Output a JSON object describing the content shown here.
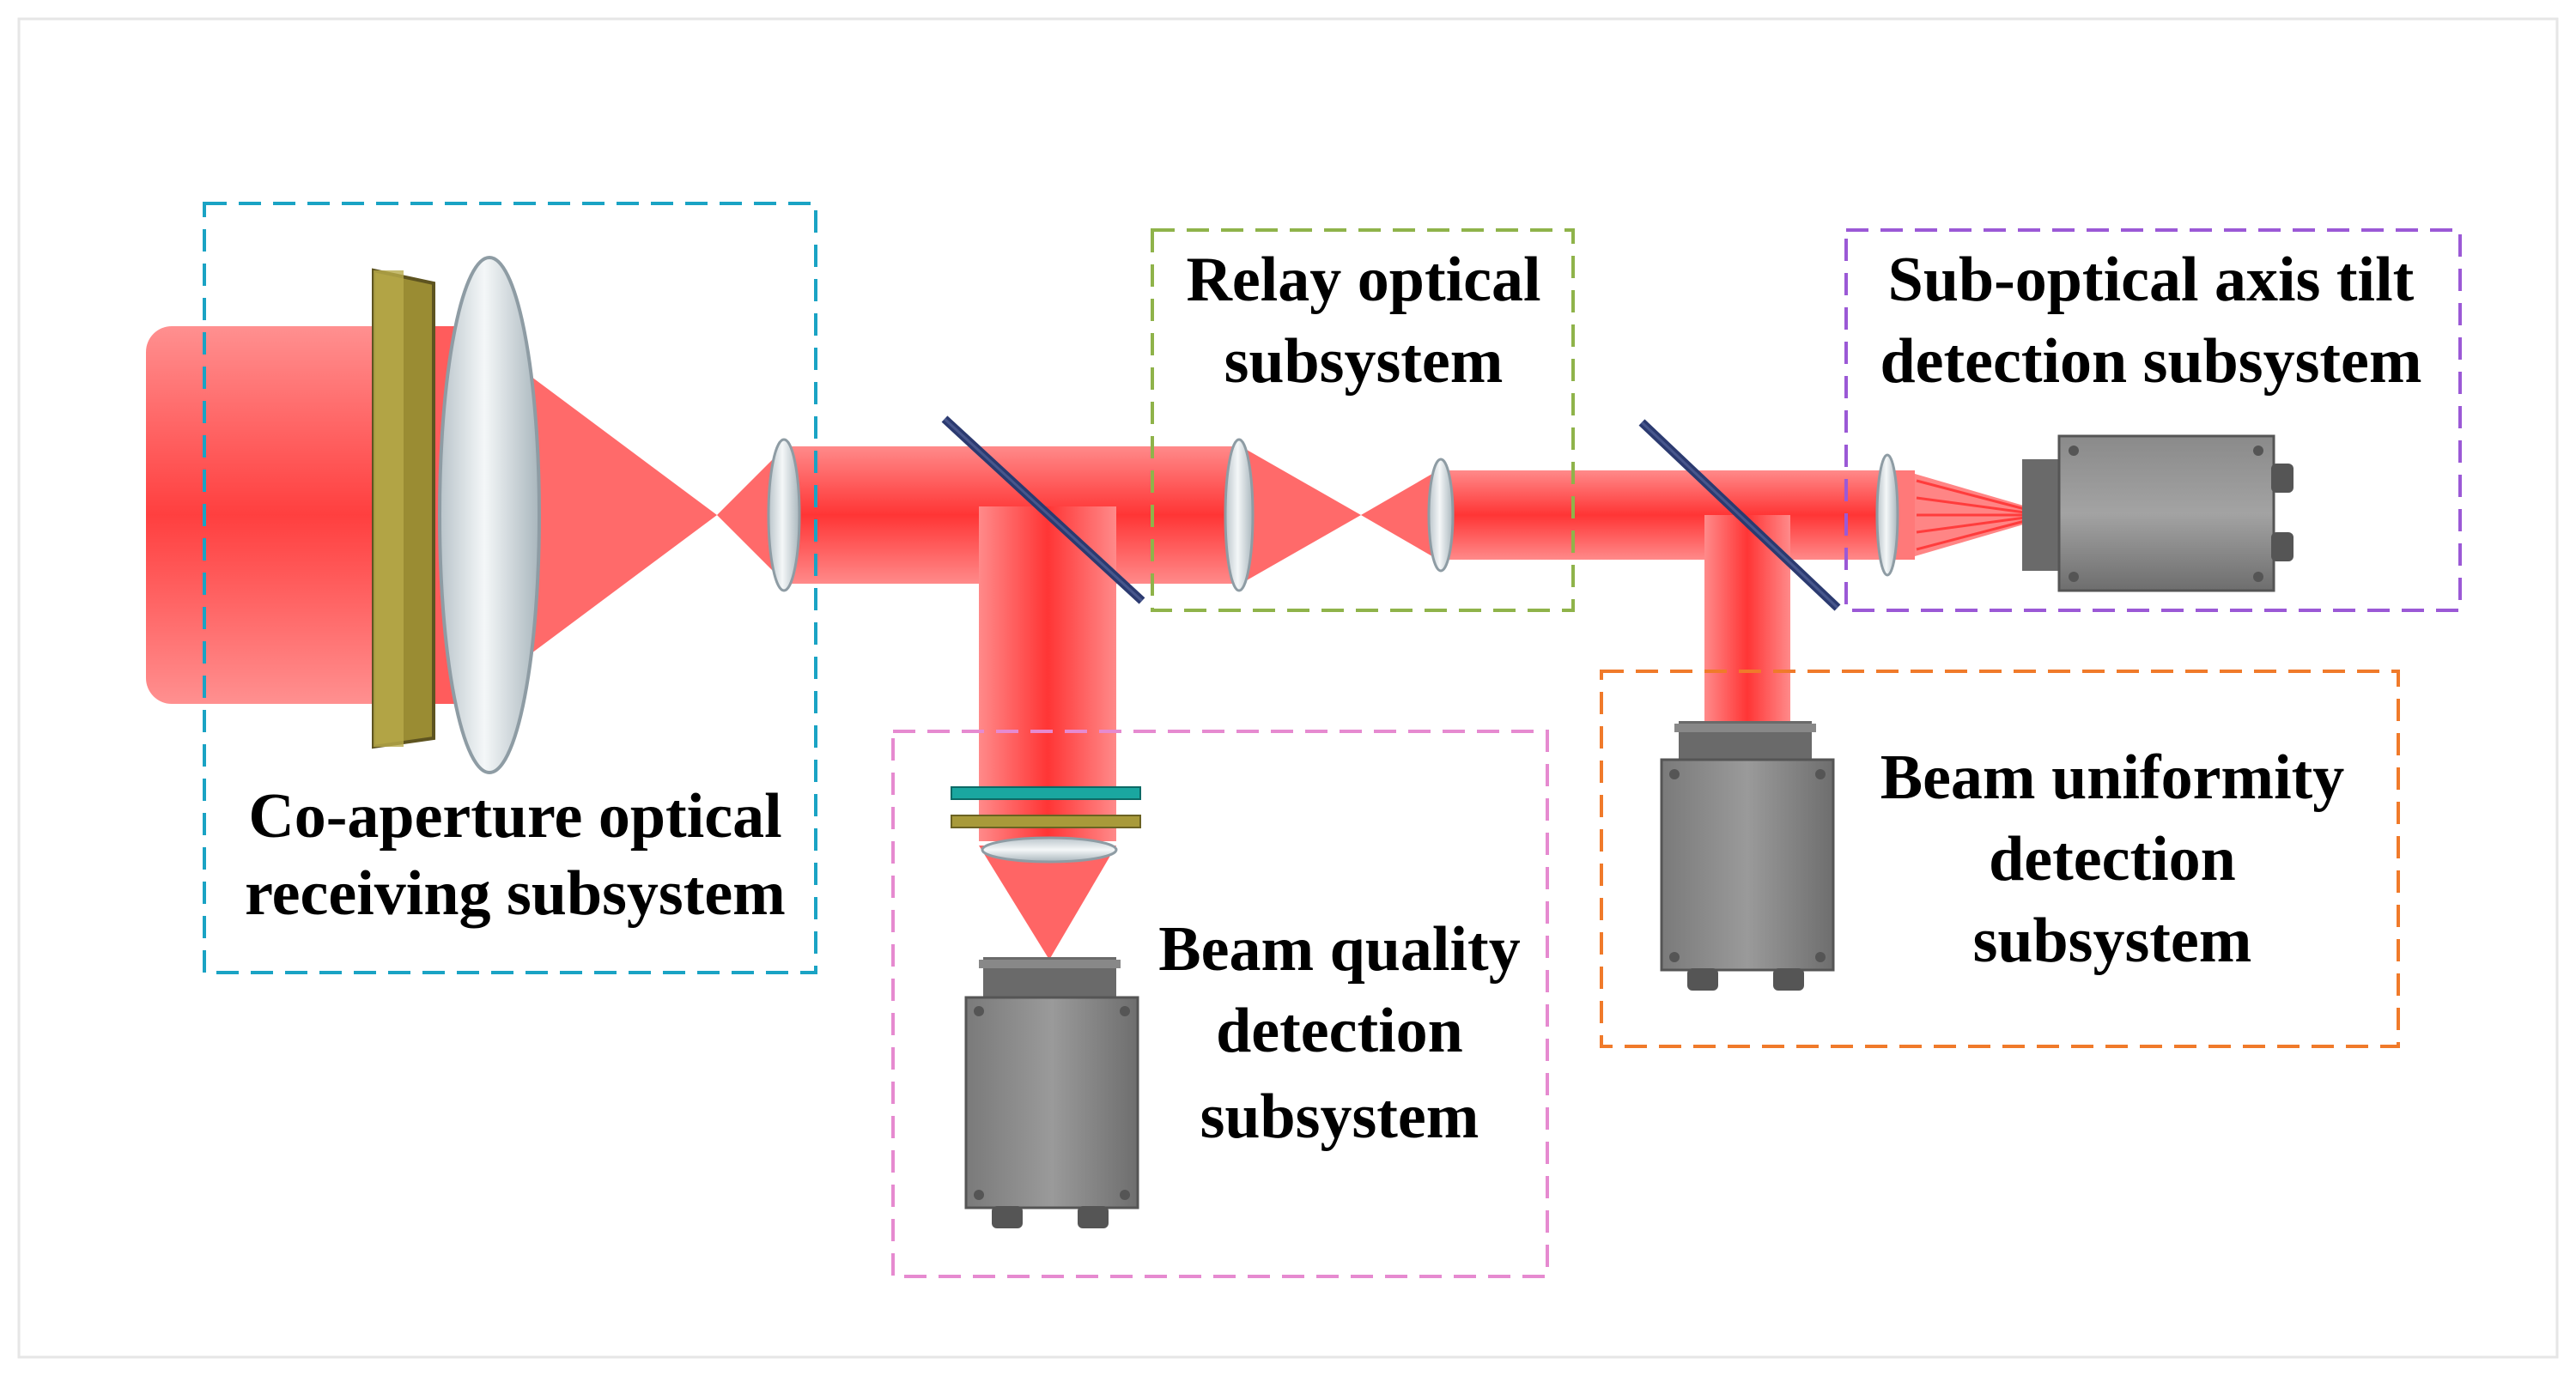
{
  "colors": {
    "beam": "#ff3b3b",
    "beam_light": "#ff7a7a",
    "lens": "#dfe6ea",
    "lens_edge": "#9aa8b0",
    "filter_gold": "#a89a3a",
    "filter_teal": "#1aa7a0",
    "mirror": "#2c3e73",
    "camera_body": "#8c8c8c",
    "camera_dark": "#5a5a5a",
    "box_cyan": "#1aa3c4",
    "box_green": "#8fb34a",
    "box_purple": "#9b59d6",
    "box_pink": "#e68ad0",
    "box_orange": "#f07a2a"
  },
  "subsystems": {
    "co_aperture": {
      "line1": "Co-aperture optical",
      "line2": "receiving subsystem"
    },
    "relay": {
      "line1": "Relay optical",
      "line2": "subsystem"
    },
    "tilt": {
      "line1": "Sub-optical axis tilt",
      "line2": "detection subsystem"
    },
    "quality": {
      "line1": "Beam quality",
      "line2": "detection",
      "line3": "subsystem"
    },
    "uniformity": {
      "line1": "Beam uniformity",
      "line2": "detection",
      "line3": "subsystem"
    }
  }
}
